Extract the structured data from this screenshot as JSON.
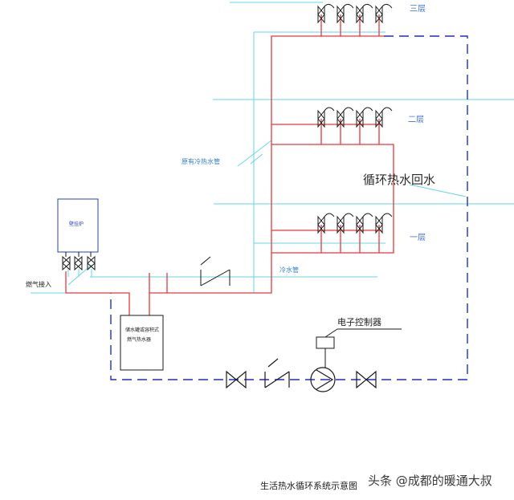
{
  "labels": {
    "floor_3": "三层",
    "floor_2": "二层",
    "floor_1": "一层",
    "return_water": "循环热水回水",
    "existing_pipe": "原有冷热水管",
    "cold_water_pipe": "冷水管",
    "gas_inlet": "燃气接入",
    "boiler": "壁挂炉",
    "water_heater_line1": "储水罐或容积式",
    "water_heater_line2": "燃气热水器",
    "controller": "电子控制器",
    "diagram_title": "生活热水循环系统示意图",
    "watermark": "头条 @成都的暖通大叔"
  },
  "colors": {
    "hot_pipe": "#e8383d",
    "cold_pipe": "#62d6e8",
    "return_pipe": "#1f2fc4",
    "equipment": "#1a1a1a",
    "boiler_label": "#2a3fbf"
  }
}
